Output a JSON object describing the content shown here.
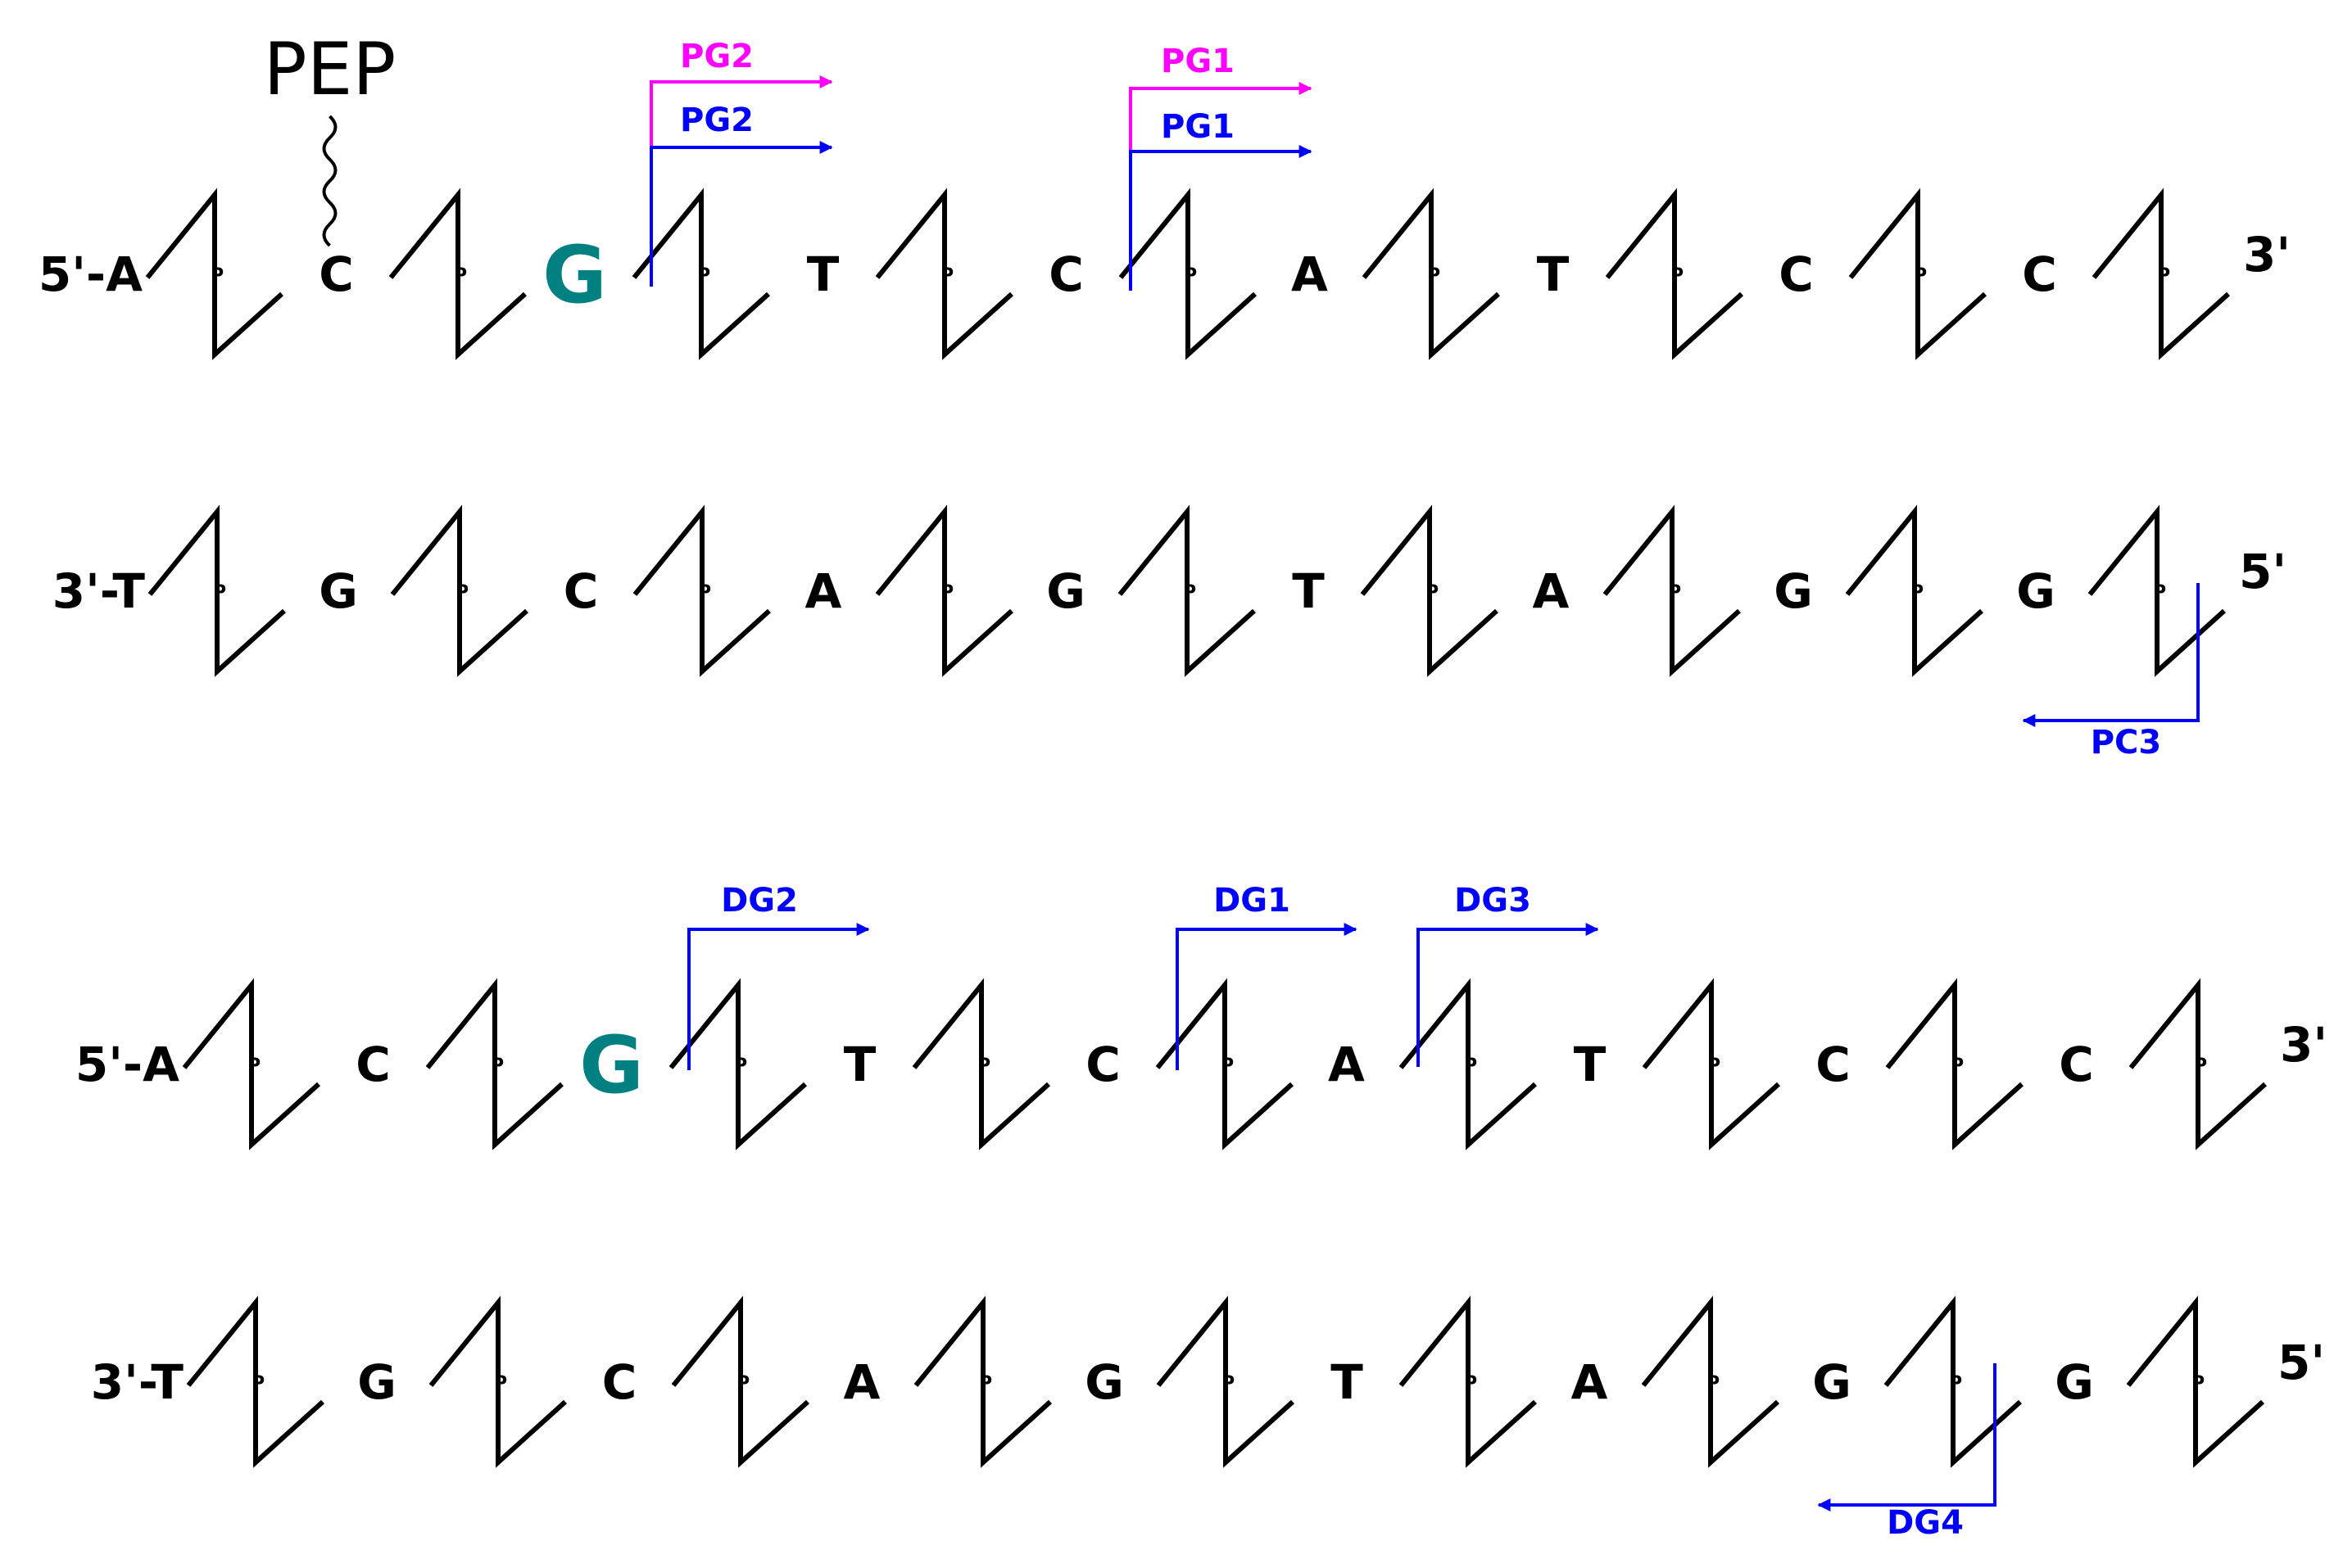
{
  "colors": {
    "backbone": "#000000",
    "highlight": "#008080",
    "pg_magenta": "#ff00ff",
    "arrow_blue": "#0000ff"
  },
  "phosphate_label": "P",
  "strands": [
    {
      "id": "strand-1-top",
      "prefix": "5'-A",
      "suffix": "3'",
      "bases": [
        "C",
        "G",
        "T",
        "C",
        "A",
        "T",
        "C",
        "C"
      ],
      "highlight_index": 1
    },
    {
      "id": "strand-1-bottom",
      "prefix": "3'-T",
      "suffix": "5'",
      "bases": [
        "G",
        "C",
        "A",
        "G",
        "T",
        "A",
        "G",
        "G"
      ],
      "highlight_index": null
    },
    {
      "id": "strand-2-top",
      "prefix": "5'-A",
      "suffix": "3'",
      "bases": [
        "C",
        "G",
        "T",
        "C",
        "A",
        "T",
        "C",
        "C"
      ],
      "highlight_index": 1
    },
    {
      "id": "strand-2-bottom",
      "prefix": "3'-T",
      "suffix": "5'",
      "bases": [
        "G",
        "C",
        "A",
        "G",
        "T",
        "A",
        "G",
        "G"
      ],
      "highlight_index": null
    }
  ],
  "adduct": {
    "label": "PEP"
  },
  "arrows": [
    {
      "label": "PG2",
      "color": "magenta"
    },
    {
      "label": "PG2",
      "color": "blue"
    },
    {
      "label": "PG1",
      "color": "magenta"
    },
    {
      "label": "PG1",
      "color": "blue"
    },
    {
      "label": "PC3",
      "color": "blue"
    },
    {
      "label": "DG2",
      "color": "blue"
    },
    {
      "label": "DG1",
      "color": "blue"
    },
    {
      "label": "DG3",
      "color": "blue"
    },
    {
      "label": "DG4",
      "color": "blue"
    }
  ]
}
